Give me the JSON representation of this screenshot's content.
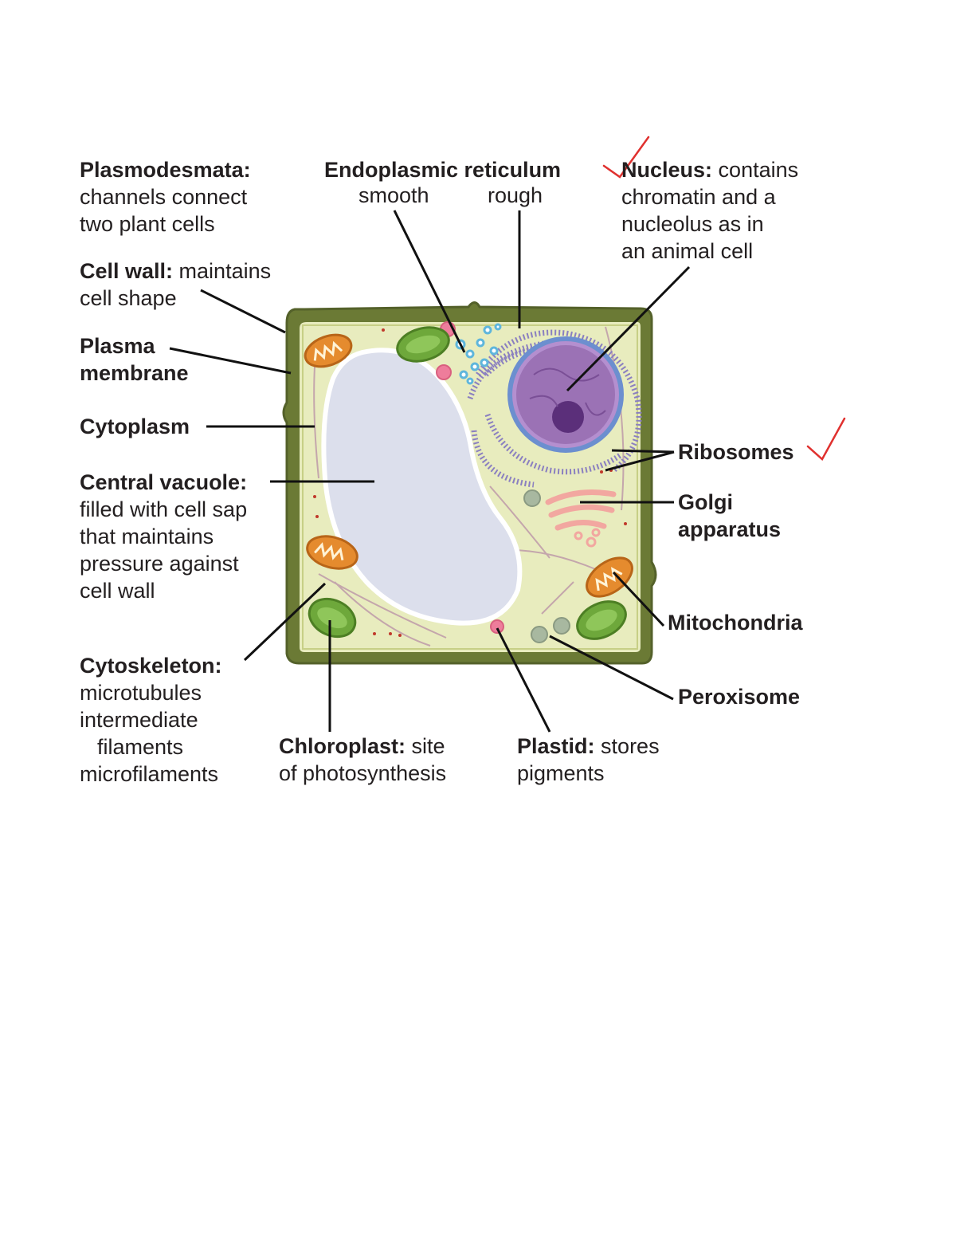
{
  "labels": {
    "plasmodesmata": {
      "term": "Plasmodesmata:",
      "desc_1": "channels connect",
      "desc_2": "two plant cells"
    },
    "cell_wall": {
      "term": "Cell wall:",
      "desc_1": "maintains",
      "desc_2": "cell shape"
    },
    "plasma_membrane": {
      "term_1": "Plasma",
      "term_2": "membrane"
    },
    "cytoplasm": {
      "term": "Cytoplasm"
    },
    "central_vacuole": {
      "term": "Central vacuole:",
      "desc_1": "filled with cell sap",
      "desc_2": "that maintains",
      "desc_3": "pressure against",
      "desc_4": "cell wall"
    },
    "cytoskeleton": {
      "term": "Cytoskeleton:",
      "desc_1": "microtubules",
      "desc_2": "intermediate",
      "desc_3": "filaments",
      "desc_4": "microfilaments"
    },
    "chloroplast": {
      "term": "Chloroplast:",
      "desc_1": "site",
      "desc_2": "of photosynthesis"
    },
    "plastid": {
      "term": "Plastid:",
      "desc_1": "stores",
      "desc_2": "pigments"
    },
    "er": {
      "term": "Endoplasmic reticulum",
      "smooth": "smooth",
      "rough": "rough"
    },
    "nucleus": {
      "term": "Nucleus:",
      "desc_1": "contains",
      "desc_2": "chromatin and a",
      "desc_3": "nucleolus as in",
      "desc_4": "an animal cell"
    },
    "ribosomes": {
      "term": "Ribosomes"
    },
    "golgi": {
      "term_1": "Golgi",
      "term_2": "apparatus"
    },
    "mitochondria": {
      "term": "Mitochondria"
    },
    "peroxisome": {
      "term": "Peroxisome"
    }
  },
  "colors": {
    "cell_wall": "#6b7a35",
    "cytoplasm": "#e8ecbe",
    "vacuole": "#dcdfec",
    "nucleus": "#9b72b5",
    "nucleolus": "#5b2f7a",
    "rough_er": "#8a7fc0",
    "smooth_er": "#5fb6dc",
    "chloroplast": "#6ea83b",
    "mitochondria": "#e58b2e",
    "golgi": "#f2a7a0",
    "peroxisome": "#a8b8a0",
    "plastid": "#ee7d9b",
    "annotation_check": "#e0312f",
    "leader_line": "#111111"
  }
}
